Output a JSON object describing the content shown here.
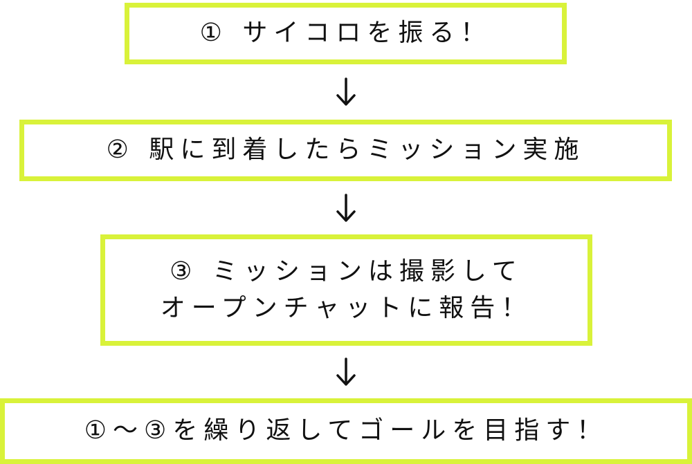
{
  "colors": {
    "box_border": "#d9f23a",
    "text": "#111111",
    "background": "#ffffff"
  },
  "arrow_icon": "arrow-down-icon",
  "steps": [
    {
      "lines": [
        "① サイコロを振る！"
      ]
    },
    {
      "lines": [
        "② 駅に到着したらミッション実施"
      ]
    },
    {
      "lines": [
        "③ ミッションは撮影して",
        "オープンチャットに報告！"
      ]
    },
    {
      "lines": [
        "①～③を繰り返してゴールを目指す！"
      ]
    }
  ]
}
